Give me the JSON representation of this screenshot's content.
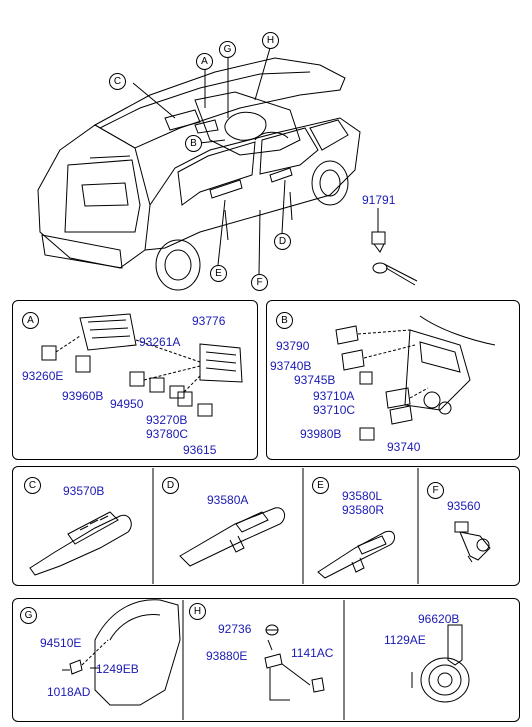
{
  "callouts": {
    "C": "C",
    "A": "A",
    "G": "G",
    "H": "H",
    "B": "B",
    "D": "D",
    "E": "E",
    "F": "F"
  },
  "overview": {
    "part_91791": "91791"
  },
  "panel_a": {
    "letter": "A",
    "p93776": "93776",
    "p93261a": "93261A",
    "p93260e": "93260E",
    "p93960b": "93960B",
    "p94950": "94950",
    "p93270b": "93270B",
    "p93780c": "93780C",
    "p93615": "93615"
  },
  "panel_b": {
    "letter": "B",
    "p93790": "93790",
    "p93740b": "93740B",
    "p93745b": "93745B",
    "p93710a": "93710A",
    "p93710c": "93710C",
    "p93980b": "93980B",
    "p93740": "93740"
  },
  "panel_c": {
    "letter": "C",
    "p93570b": "93570B"
  },
  "panel_d": {
    "letter": "D",
    "p93580a": "93580A"
  },
  "panel_e": {
    "letter": "E",
    "p93580l": "93580L",
    "p93580r": "93580R"
  },
  "panel_f": {
    "letter": "F",
    "p93560": "93560"
  },
  "panel_g": {
    "letter": "G",
    "p94510e": "94510E",
    "p1249eb": "1249EB",
    "p1018ad": "1018AD"
  },
  "panel_h": {
    "letter": "H",
    "p92736": "92736",
    "p93880e": "93880E",
    "p1141ac": "1141AC"
  },
  "panel_horn": {
    "p96620b": "96620B",
    "p1129ae": "1129AE"
  }
}
